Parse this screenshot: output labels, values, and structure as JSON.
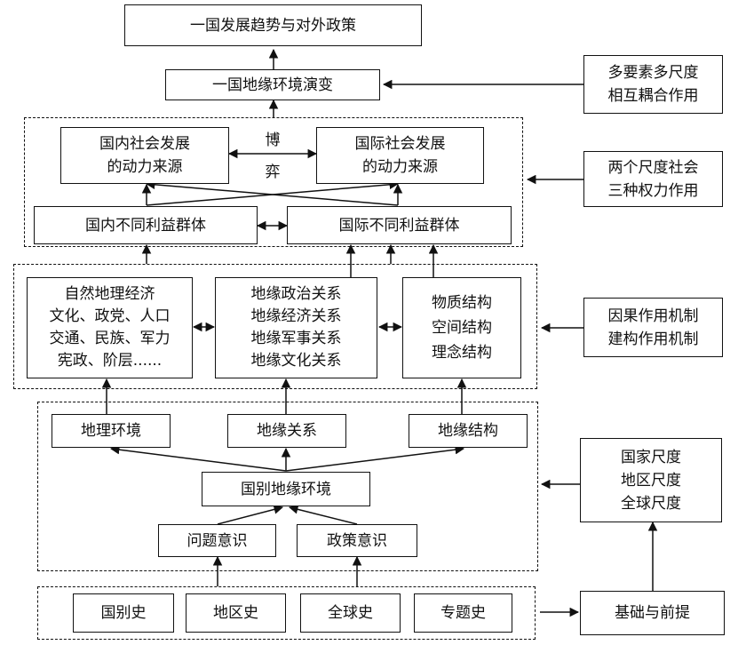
{
  "top": {
    "policy": "一国发展趋势与对外政策",
    "evolution": "一国地缘环境演变"
  },
  "side": {
    "coupling": [
      "多要素多尺度",
      "相互耦合作用"
    ],
    "power": [
      "两个尺度社会",
      "三种权力作用"
    ],
    "mechanism": [
      "因果作用机制",
      "建构作用机制"
    ],
    "scale": [
      "国家尺度",
      "地区尺度",
      "全球尺度"
    ],
    "foundation": "基础与前提"
  },
  "dynamics": {
    "domestic_source": [
      "国内社会发展",
      "的动力来源"
    ],
    "international_source": [
      "国际社会发展",
      "的动力来源"
    ],
    "game": [
      "博",
      "弈"
    ],
    "domestic_groups": "国内不同利益群体",
    "international_groups": "国际不同利益群体"
  },
  "mechanism_layer": {
    "factors": [
      "自然地理经济",
      "文化、政党、人口",
      "交通、民族、军力",
      "宪政、阶层......"
    ],
    "relations": [
      "地缘政治关系",
      "地缘经济关系",
      "地缘军事关系",
      "地缘文化关系"
    ],
    "structures": [
      "物质结构",
      "空间结构",
      "理念结构"
    ]
  },
  "environment_layer": {
    "geo_environment": "地理环境",
    "geo_relations": "地缘关系",
    "geo_structure": "地缘结构",
    "national_environment": "国别地缘环境",
    "problem_awareness": "问题意识",
    "policy_awareness": "政策意识"
  },
  "history_layer": {
    "national": "国别史",
    "regional": "地区史",
    "global": "全球史",
    "thematic": "专题史"
  }
}
